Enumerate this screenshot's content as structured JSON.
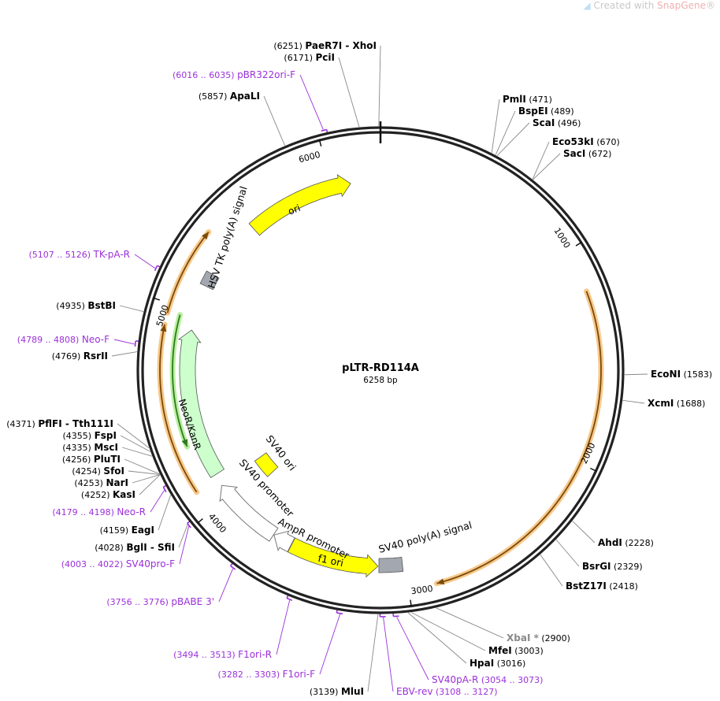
{
  "watermark": {
    "prefix": "Created with ",
    "brand": "SnapGene",
    "suffix": "®"
  },
  "plasmid": {
    "name": "pLTR-RD114A",
    "size_label": "6258 bp",
    "length": 6258
  },
  "ticks": [
    1000,
    2000,
    3000,
    4000,
    5000,
    6000
  ],
  "colors": {
    "ring": "#222222",
    "primer": "#9b30d9",
    "yellow": "#ffff00",
    "neo": "#ccffcc",
    "gray_box": "#a3a8b0",
    "orf_glow": "#f7c98a",
    "orf_line": "#7a4a0c",
    "orf_green": "#2f7a1f",
    "site_gray": "#888888"
  },
  "features": [
    {
      "name": "ori",
      "start": 5530,
      "end": 6100,
      "dir": "cw",
      "type": "yellow"
    },
    {
      "name": "NeoR/KanR",
      "start": 4131,
      "end": 4902,
      "dir": "cw",
      "type": "neo"
    },
    {
      "name": "HSV TK poly(A) signal",
      "start": 5140,
      "end": 5210,
      "dir": "none",
      "type": "gray"
    },
    {
      "name": "SV40 ori",
      "start": 3940,
      "end": 4070,
      "dir": "none",
      "type": "yellow"
    },
    {
      "name": "SV40 promoter",
      "start": 3703,
      "end": 4068,
      "dir": "cw",
      "type": "white"
    },
    {
      "name": "AmpR promoter",
      "start": 3600,
      "end": 3700,
      "dir": "cw",
      "type": "white"
    },
    {
      "name": "f1 ori",
      "start": 3142,
      "end": 3598,
      "dir": "ccw",
      "type": "yellow"
    },
    {
      "name": "SV40 poly(A) signal",
      "start": 3017,
      "end": 3137,
      "dir": "none",
      "type": "gray"
    }
  ],
  "orfs": [
    {
      "start": 4110,
      "end": 4902,
      "dir": "cw",
      "color": "orange"
    },
    {
      "start": 4955,
      "end": 5368,
      "dir": "cw",
      "color": "orange"
    },
    {
      "start": 4318,
      "end": 4962,
      "dir": "ccw",
      "color": "green"
    },
    {
      "start": 1200,
      "end": 2872,
      "dir": "cw",
      "color": "orange"
    }
  ],
  "sites": [
    {
      "name": "PaeR7I - XhoI",
      "pos": "(6251)",
      "bp": 6251
    },
    {
      "name": "PciI",
      "pos": "(6171)",
      "bp": 6171
    },
    {
      "name": "ApaLI",
      "pos": "(5857)",
      "bp": 5857
    },
    {
      "name": "PmlI",
      "pos": "(471)",
      "bp": 471
    },
    {
      "name": "BspEI",
      "pos": "(489)",
      "bp": 489
    },
    {
      "name": "ScaI",
      "pos": "(496)",
      "bp": 496
    },
    {
      "name": "Eco53kI",
      "pos": "(670)",
      "bp": 670
    },
    {
      "name": "SacI",
      "pos": "(672)",
      "bp": 672
    },
    {
      "name": "EcoNI",
      "pos": "(1583)",
      "bp": 1583
    },
    {
      "name": "XcmI",
      "pos": "(1688)",
      "bp": 1688
    },
    {
      "name": "AhdI",
      "pos": "(2228)",
      "bp": 2228
    },
    {
      "name": "BsrGI",
      "pos": "(2329)",
      "bp": 2329
    },
    {
      "name": "BstZ17I",
      "pos": "(2418)",
      "bp": 2418
    },
    {
      "name": "XbaI *",
      "pos": "(2900)",
      "bp": 2900,
      "muted": true
    },
    {
      "name": "MfeI",
      "pos": "(3003)",
      "bp": 3003
    },
    {
      "name": "HpaI",
      "pos": "(3016)",
      "bp": 3016
    },
    {
      "name": "MluI",
      "pos": "(3139)",
      "bp": 3139
    },
    {
      "name": "BglI - SfiI",
      "pos": "(4028)",
      "bp": 4028
    },
    {
      "name": "EagI",
      "pos": "(4159)",
      "bp": 4159
    },
    {
      "name": "KasI",
      "pos": "(4252)",
      "bp": 4252
    },
    {
      "name": "NarI",
      "pos": "(4253)",
      "bp": 4253
    },
    {
      "name": "SfoI",
      "pos": "(4254)",
      "bp": 4254
    },
    {
      "name": "PluTI",
      "pos": "(4256)",
      "bp": 4256
    },
    {
      "name": "MscI",
      "pos": "(4335)",
      "bp": 4335
    },
    {
      "name": "FspI",
      "pos": "(4355)",
      "bp": 4355
    },
    {
      "name": "PflFI - Tth111I",
      "pos": "(4371)",
      "bp": 4371
    },
    {
      "name": "RsrII",
      "pos": "(4769)",
      "bp": 4769
    },
    {
      "name": "BstBI",
      "pos": "(4935)",
      "bp": 4935
    }
  ],
  "primers": [
    {
      "name": "pBR322ori-F",
      "range": "(6016 .. 6035)",
      "start": 6016,
      "end": 6035
    },
    {
      "name": "TK-pA-R",
      "range": "(5107 .. 5126)",
      "start": 5107,
      "end": 5126
    },
    {
      "name": "Neo-F",
      "range": "(4789 .. 4808)",
      "start": 4789,
      "end": 4808
    },
    {
      "name": "Neo-R",
      "range": "(4179 .. 4198)",
      "start": 4179,
      "end": 4198
    },
    {
      "name": "SV40pro-F",
      "range": "(4003 .. 4022)",
      "start": 4003,
      "end": 4022
    },
    {
      "name": "pBABE 3'",
      "range": "(3756 .. 3776)",
      "start": 3756,
      "end": 3776
    },
    {
      "name": "F1ori-R",
      "range": "(3494 .. 3513)",
      "start": 3494,
      "end": 3513
    },
    {
      "name": "F1ori-F",
      "range": "(3282 .. 3303)",
      "start": 3282,
      "end": 3303
    },
    {
      "name": "EBV-rev",
      "range": "(3108 .. 3127)",
      "start": 3108,
      "end": 3127
    },
    {
      "name": "SV40pA-R",
      "range": "(3054 .. 3073)",
      "start": 3054,
      "end": 3073
    }
  ]
}
